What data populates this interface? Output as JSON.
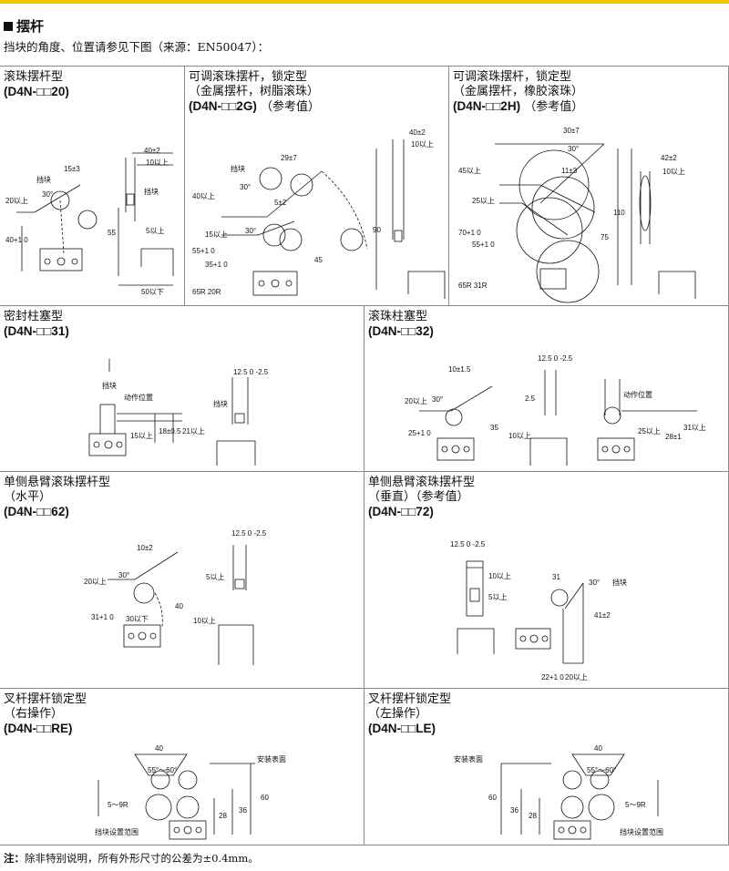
{
  "header": {
    "title": "摆杆",
    "subtitle": "挡块的角度、位置请参见下图（来源：EN50047）："
  },
  "cells": [
    {
      "id": "c1",
      "title": "滚珠摆杆型",
      "code": "(D4N-□□20)"
    },
    {
      "id": "c2",
      "title": "可调滚珠摆杆，锁定型\n（金属摆杆，树脂滚珠）",
      "code": "(D4N-□□2G)",
      "extra": "（参考值）"
    },
    {
      "id": "c3",
      "title": "可调滚珠摆杆，锁定型\n（金属摆杆，橡胶滚珠）",
      "code": "(D4N-□□2H)",
      "extra": "（参考值）"
    },
    {
      "id": "c4",
      "title": "密封柱塞型",
      "code": "(D4N-□□31)"
    },
    {
      "id": "c5",
      "title": "滚珠柱塞型",
      "code": "(D4N-□□32)"
    },
    {
      "id": "c6",
      "title": "单侧悬臂滚珠摆杆型\n（水平）",
      "code": "(D4N-□□62)"
    },
    {
      "id": "c7",
      "title": "单侧悬臂滚珠摆杆型\n（垂直）（参考值）",
      "code": "(D4N-□□72)"
    },
    {
      "id": "c8",
      "title": "叉杆摆杆锁定型\n（右操作）",
      "code": "(D4N-□□RE)"
    },
    {
      "id": "c9",
      "title": "叉杆摆杆锁定型\n（左操作）",
      "code": "(D4N-□□LE)"
    }
  ],
  "labels": {
    "c1": {
      "dim15": "15±3",
      "dim30": "30°",
      "dim20": "20以上",
      "dim40": "40+1 0",
      "dog": "挡块",
      "dim40a": "40±2",
      "dim10": "10以上",
      "dim55": "55",
      "dim5": "5以上",
      "dim50": "50以下"
    },
    "c2": {
      "dog": "挡块",
      "dim29": "29±7",
      "dim30a": "30°",
      "dim40": "40以上",
      "dim5": "5±2",
      "dim15": "15以上",
      "dim30b": "30°",
      "dim55": "55+1 0",
      "dim35": "35+1 0",
      "dim45": "45",
      "dim90": "90",
      "r65": "65R 20R",
      "dim40a": "40±2",
      "dim10": "10以上"
    },
    "c3": {
      "dim30": "30±7",
      "dim30a": "30°",
      "dim45": "45以上",
      "dim11": "11±3",
      "dim25": "25以上",
      "dim70": "70+1 0",
      "dim55": "55+1 0",
      "dim110": "110",
      "dim75": "75",
      "r65": "65R 31R",
      "dim42": "42±2",
      "dim10": "10以上"
    },
    "c4": {
      "dog": "挡块",
      "pos": "动作位置",
      "dim15": "15以上",
      "dim18": "18±0.5",
      "dim21": "21以上",
      "dim12": "12.5 0 -2.5",
      "dog2": "挡块"
    },
    "c5": {
      "dim10": "10±1.5",
      "dim20": "20以上",
      "dim30": "30°",
      "dim25": "25+1 0",
      "dim35": "35",
      "dim12": "12.5 0 -2.5",
      "dim2": "2.5",
      "dim10b": "10以上",
      "pos": "动作位置",
      "dim25b": "25以上",
      "dim28": "28±1",
      "dim31": "31以上"
    },
    "c6": {
      "dim10": "10±2",
      "dim20": "20以上",
      "dim30": "30°",
      "dim31": "31+1 0",
      "dim30b": "30以下",
      "dim40": "40",
      "dim12": "12.5 0 -2.5",
      "dim5": "5以上",
      "dim10b": "10以上"
    },
    "c7": {
      "dim12": "12.5 0 -2.5",
      "dim10": "10以上",
      "dim5": "5以上",
      "dim31": "31",
      "dim30": "30°",
      "dog": "挡块",
      "dim41": "41±2",
      "dim22": "22+1 0",
      "dim20": "20以上"
    },
    "c8": {
      "dim40": "40",
      "mount": "安装表面",
      "ang": "55°～60°",
      "dim60": "60",
      "dim36": "36",
      "dim28": "28",
      "r": "5～9R",
      "range": "挡块设置范围"
    },
    "c9": {
      "dim40": "40",
      "mount": "安装表面",
      "ang": "55°～60°",
      "dim60": "60",
      "dim36": "36",
      "dim28": "28",
      "r": "5～9R",
      "range": "挡块设置范围"
    }
  },
  "footer": {
    "label": "注：",
    "text": "除非特别说明，所有外形尺寸的公差为±0.4mm。"
  }
}
